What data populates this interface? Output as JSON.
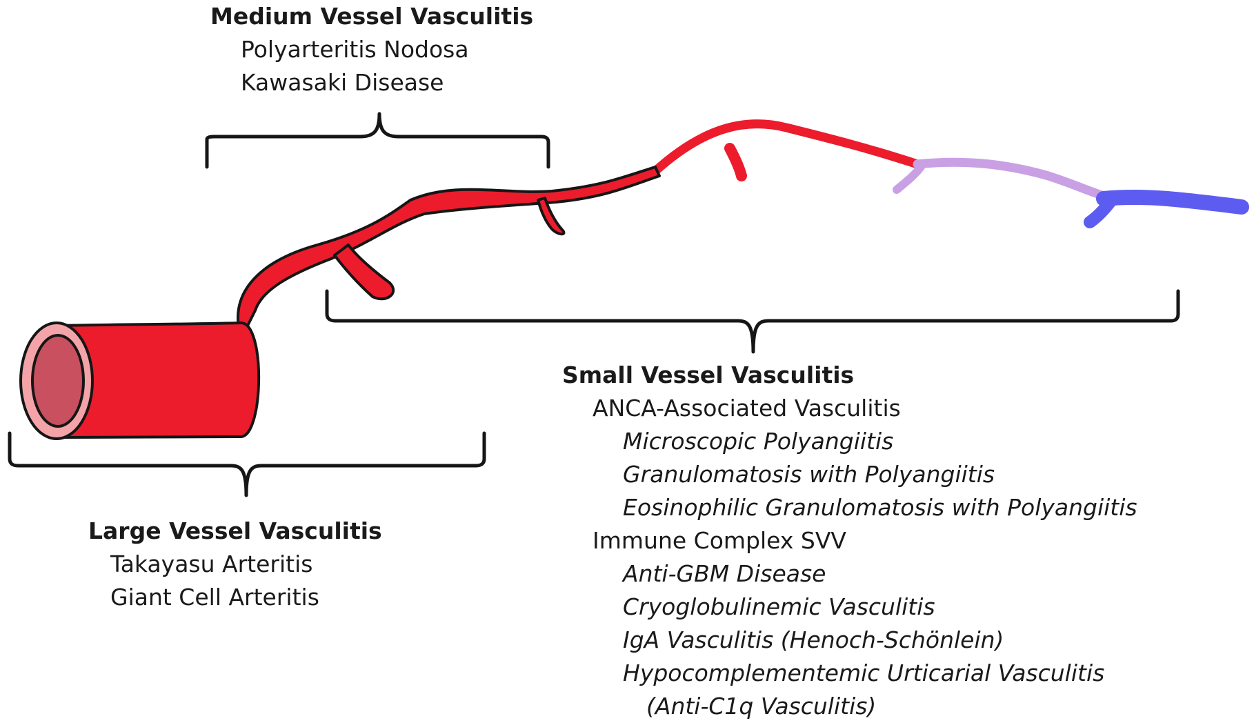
{
  "colors": {
    "artery": "#ec1c2c",
    "artery_outline": "#161616",
    "lumen": "#c9515f",
    "lumen_rim": "#f4a4a8",
    "arteriole": "#c9a0e4",
    "venule": "#5d5cf0",
    "bracket": "#161616"
  },
  "medium": {
    "title": "Medium Vessel Vasculitis",
    "items": [
      "Polyarteritis Nodosa",
      "Kawasaki Disease"
    ]
  },
  "large": {
    "title": "Large Vessel Vasculitis",
    "items": [
      "Takayasu Arteritis",
      "Giant Cell Arteritis"
    ]
  },
  "small": {
    "title": "Small Vessel Vasculitis",
    "anca": {
      "label": "ANCA-Associated Vasculitis",
      "items": [
        "Microscopic Polyangiitis",
        "Granulomatosis with Polyangiitis",
        "Eosinophilic Granulomatosis with Polyangiitis"
      ]
    },
    "immune": {
      "label": "Immune Complex SVV",
      "items": [
        "Anti-GBM Disease",
        "Cryoglobulinemic Vasculitis",
        "IgA Vasculitis (Henoch-Schönlein)",
        "Hypocomplementemic Urticarial Vasculitis",
        "(Anti-C1q Vasculitis)"
      ]
    }
  }
}
